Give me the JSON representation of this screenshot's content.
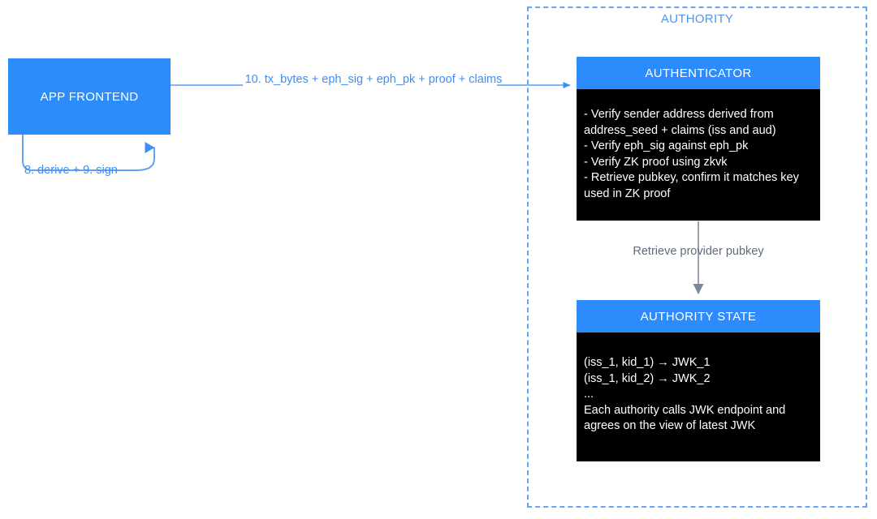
{
  "diagram": {
    "title": "zkLogin authority verification flow",
    "colors": {
      "accent_blue": "#2d8cfc",
      "edge_blue": "#3d8ef5",
      "dashed_border_blue": "#66a6f7",
      "body_black": "#000000",
      "gray_edge": "#5e6b7e",
      "background": "#ffffff"
    },
    "zone": {
      "label": "AUTHORITY"
    },
    "nodes": {
      "app_frontend": {
        "label": "APP FRONTEND"
      },
      "authenticator": {
        "header": "AUTHENTICATOR",
        "body": "- Verify sender address derived from address_seed + claims (iss and aud)\n- Verify eph_sig against eph_pk\n- Verify ZK proof using zkvk\n- Retrieve pubkey, confirm it matches key used in ZK proof",
        "body_lines": [
          "- Verify sender address derived from address_seed + claims (iss and aud)",
          "- Verify eph_sig against eph_pk",
          "- Verify ZK proof using zkvk",
          "- Retrieve pubkey, confirm it matches key used in ZK proof"
        ]
      },
      "authority_state": {
        "header": "AUTHORITY STATE",
        "body": "(iss_1, kid_1) → JWK_1\n(iss_1, kid_2) → JWK_2\n...\nEach authority calls JWK endpoint and agrees on the view of latest JWK",
        "body_lines": [
          "(iss_1, kid_1) → JWK_1",
          "(iss_1, kid_2) → JWK_2",
          "...",
          "Each authority calls JWK endpoint and agrees on the view of latest JWK"
        ]
      }
    },
    "edges": {
      "frontend_to_authenticator": {
        "label": "10. tx_bytes + eph_sig + eph_pk + proof + claims"
      },
      "frontend_self_loop": {
        "label": "8. derive + 9. sign"
      },
      "authenticator_to_state": {
        "label": "Retrieve provider pubkey"
      }
    }
  }
}
